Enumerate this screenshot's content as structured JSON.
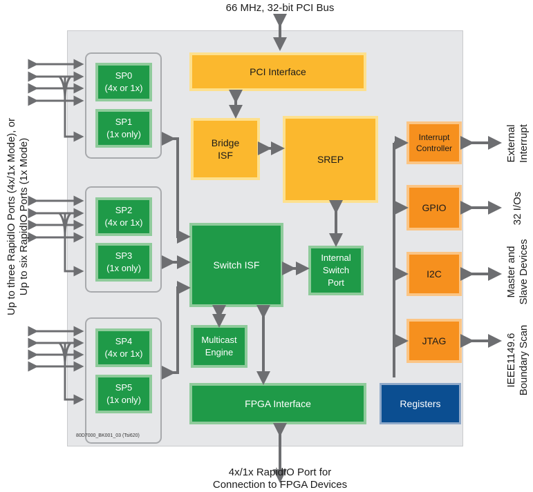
{
  "labels": {
    "top_bus": "66 MHz, 32-bit PCI Bus",
    "bottom_port": "4x/1x RapidIO Port for\nConnection to FPGA Devices",
    "left_side": "Up to three RapidIO Ports (4x/1x Mode), or\nUp to six RapidIO Ports (1x Mode)",
    "right_interrupt": "External\nInterrupt",
    "right_gpio": "32 I/Os",
    "right_i2c": "Master and\nSlave Devices",
    "right_jtag": "IEEE1149.6\nBoundary Scan",
    "part_code": "80D7000_BK001_03 (Tsi620)"
  },
  "blocks": {
    "sp0": "SP0\n(4x or 1x)",
    "sp1": "SP1\n(1x only)",
    "sp2": "SP2\n(4x or 1x)",
    "sp3": "SP3\n(1x only)",
    "sp4": "SP4\n(4x or 1x)",
    "sp5": "SP5\n(1x only)",
    "pci_interface": "PCI Interface",
    "bridge_isf": "Bridge\nISF",
    "srep": "SREP",
    "switch_isf": "Switch ISF",
    "internal_switch_port": "Internal\nSwitch\nPort",
    "multicast_engine": "Multicast\nEngine",
    "fpga_interface": "FPGA Interface",
    "interrupt_controller": "Interrupt\nController",
    "gpio": "GPIO",
    "i2c": "I2C",
    "jtag": "JTAG",
    "registers": "Registers"
  },
  "colors": {
    "green": "#1f9a48",
    "yellow": "#fbb82e",
    "orange": "#f6901e",
    "navy": "#0b4e91",
    "arrow": "#6d6e71"
  }
}
